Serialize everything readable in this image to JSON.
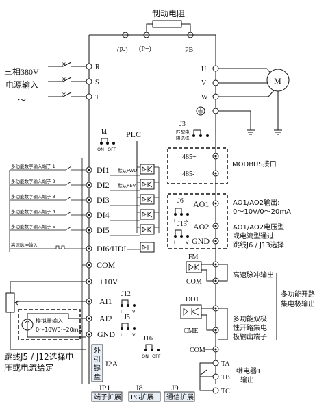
{
  "braking_resistor": "制动电阻",
  "bus": {
    "pminus": "(P-)",
    "pplus": "(P+)",
    "pb": "PB"
  },
  "power_input": {
    "line1": "三相380V",
    "line2": "电源输入",
    "tilde": "～"
  },
  "input_terminals": [
    "R",
    "S",
    "T"
  ],
  "output_terminals": [
    "U",
    "V",
    "W"
  ],
  "motor": "M",
  "j3": {
    "name": "J3",
    "desc1": "匹配电",
    "desc2": "阻选择"
  },
  "j4": {
    "name": "J4",
    "on": "ON",
    "off": "OFF"
  },
  "plc": "PLC",
  "modbus": {
    "plus": "485+",
    "minus": "485-",
    "label": "MODBUS接口"
  },
  "digital_inputs": [
    {
      "desc": "多功能数字输入端子 1",
      "name": "DI1",
      "default": "默认FWD"
    },
    {
      "desc": "多功能数字输入端子 2",
      "name": "DI2",
      "default": "默认REV"
    },
    {
      "desc": "多功能数字输入端子 3",
      "name": "DI3",
      "default": ""
    },
    {
      "desc": "多功能数字输入端子 4",
      "name": "DI4",
      "default": ""
    },
    {
      "desc": "多功能数字输入端子 5",
      "name": "DI5",
      "default": ""
    }
  ],
  "pulse_input": {
    "desc": "高速脉冲输入",
    "name": "DI6/HDI"
  },
  "com": "COM",
  "ao": {
    "j6": "J6",
    "ao1": "AO1",
    "j13": "J13",
    "ao2": "AO2",
    "gnd": "GND",
    "i": "I",
    "v": "V",
    "desc1_l1": "AO1/AO2输出:",
    "desc1_l2": "0～10V/0～20mA",
    "desc2_l1": "AO1/AO2电压型",
    "desc2_l2": "或电流型通过",
    "desc2_l3": "跳线J6 / J13选择"
  },
  "fm": {
    "name": "FM",
    "com": "COM",
    "desc": "高速脉冲输出"
  },
  "oc_out": {
    "desc_l1": "多功能开路",
    "desc_l2": "集电极输出"
  },
  "do1": {
    "name": "DO1",
    "cme": "CME",
    "desc_l1": "多功能双极",
    "desc_l2": "性开路集电",
    "desc_l3": "极输出端子"
  },
  "analog_in": {
    "plus10": "+10V",
    "ai1": "AI1",
    "ai2": "AI2",
    "gnd": "GND",
    "j12": "J12",
    "j5": "J5",
    "i": "I",
    "v": "V",
    "src_l1": "模拟量输入",
    "src_l2": "0～10V/0～20mA",
    "note_l1": "跳线J5 / J12选择电",
    "note_l2": "压或电流给定"
  },
  "j16": {
    "name": "J16",
    "on": "ON",
    "off": "OFF"
  },
  "j2a": {
    "name": "J2A",
    "kb1": "外",
    "kb2": "引",
    "kb3": "键",
    "kb4": "盘"
  },
  "bottom_com": "COM",
  "relay": {
    "ta": "TA",
    "tb": "TB",
    "tc": "TC",
    "desc_l1": "继电器1",
    "desc_l2": "输出"
  },
  "expansion": [
    {
      "jp": "JP1",
      "label": "端子扩展"
    },
    {
      "jp": "J8",
      "label": "PG扩展"
    },
    {
      "jp": "J9",
      "label": "通信扩展"
    }
  ]
}
